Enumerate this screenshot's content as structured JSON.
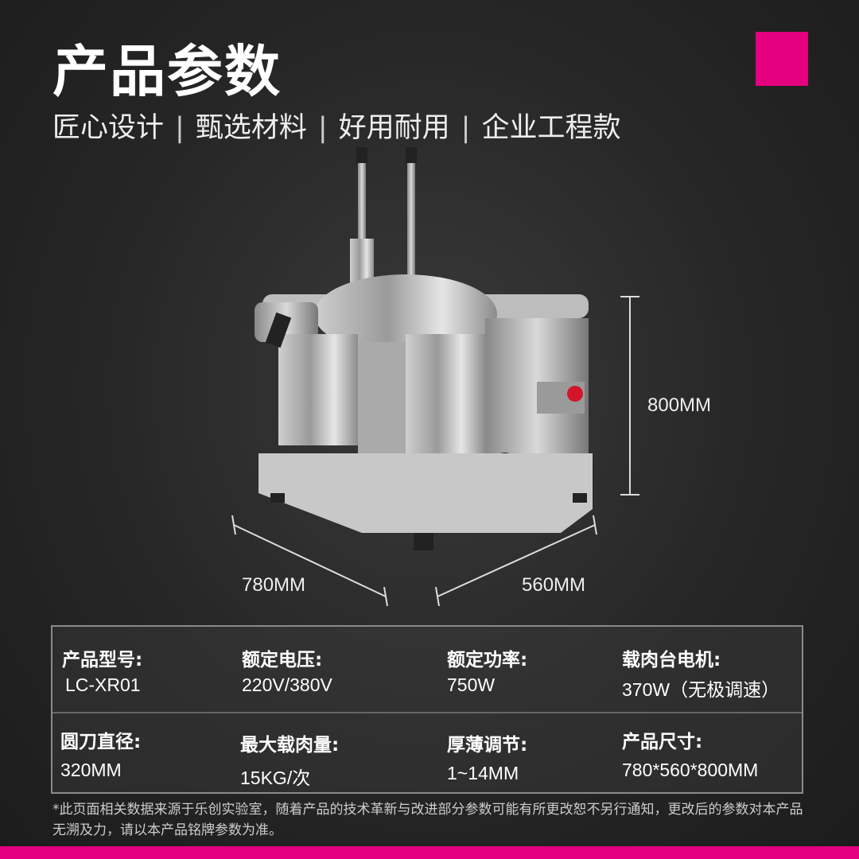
{
  "header": {
    "title": "产品参数",
    "subtitle_items": [
      "匠心设计",
      "甄选材料",
      "好用耐用",
      "企业工程款"
    ],
    "separator": "|"
  },
  "dimensions": {
    "height": "800MM",
    "width": "780MM",
    "depth": "560MM"
  },
  "specs": [
    {
      "label": "产品型号:",
      "value": "LC-XR01"
    },
    {
      "label": "额定电压:",
      "value": "220V/380V"
    },
    {
      "label": "额定功率:",
      "value": "750W"
    },
    {
      "label": "载肉台电机:",
      "value": "370W（无极调速）"
    },
    {
      "label": "圆刀直径:",
      "value": "320MM"
    },
    {
      "label": "最大载肉量:",
      "value": "15KG/次"
    },
    {
      "label": "厚薄调节:",
      "value": "1~14MM"
    },
    {
      "label": "产品尺寸:",
      "value": "780*560*800MM"
    }
  ],
  "note": "*此页面相关数据来源于乐创实验室，随着产品的技术革新与改进部分参数可能有所更改恕不另行通知，更改后的参数对本产品无溯及力，请以本产品铭牌参数为准。",
  "colors": {
    "accent": "#e4007f"
  }
}
